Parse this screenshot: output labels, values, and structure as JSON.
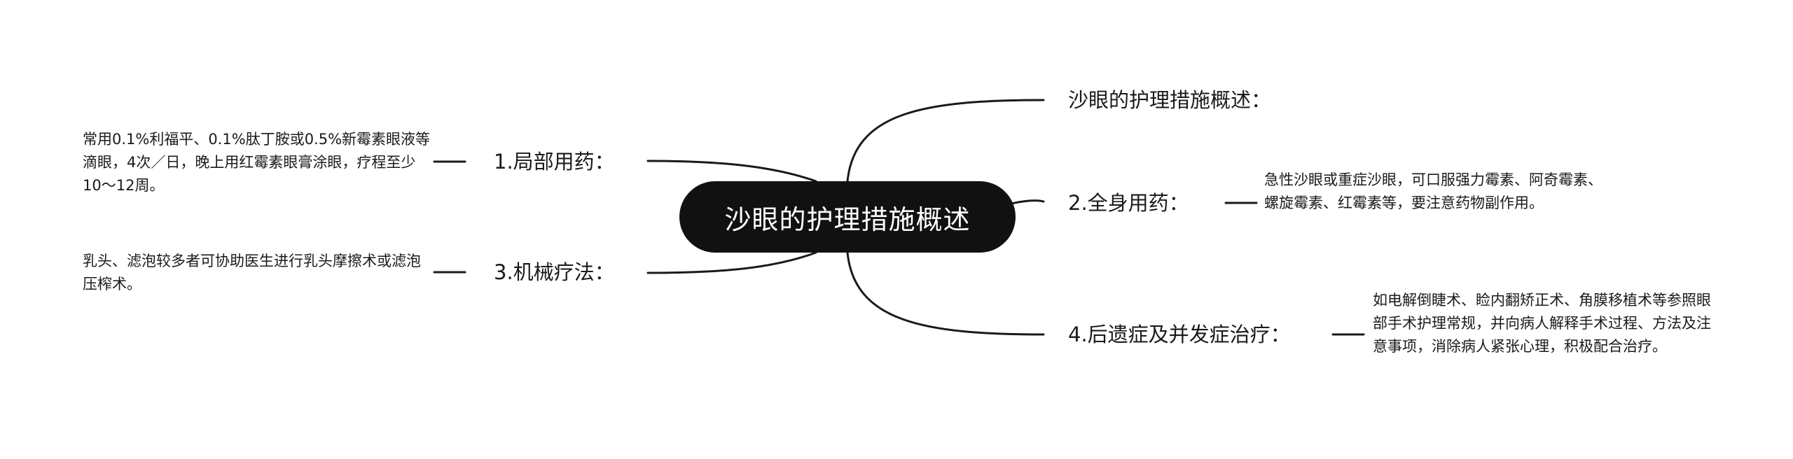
{
  "root": {
    "label": "沙眼的护理措施概述"
  },
  "branches": [
    {
      "id": "overview",
      "label": "沙眼的护理措施概述："
    },
    {
      "id": "local",
      "label": "1.局部用药：",
      "detail": "常用0.1%利福平、0.1%肽丁胺或0.5%新霉素眼液等滴眼，4次／日，晚上用红霉素眼膏涂眼，疗程至少10～12周。"
    },
    {
      "id": "systemic",
      "label": "2.全身用药：",
      "detail": "急性沙眼或重症沙眼，可口服强力霉素、阿奇霉素、螺旋霉素、红霉素等，要注意药物副作用。"
    },
    {
      "id": "mechanical",
      "label": "3.机械疗法：",
      "detail": "乳头、滤泡较多者可协助医生进行乳头摩擦术或滤泡压榨术。"
    },
    {
      "id": "sequelae",
      "label": "4.后遗症及并发症治疗：",
      "detail": "如电解倒睫术、睑内翻矫正术、角膜移植术等参照眼部手术护理常规，并向病人解释手术过程、方法及注意事项，消除病人紧张心理，积极配合治疗。"
    }
  ],
  "colors": {
    "root_bg": "#111111",
    "root_text": "#ffffff",
    "line": "#1a1a1a"
  }
}
